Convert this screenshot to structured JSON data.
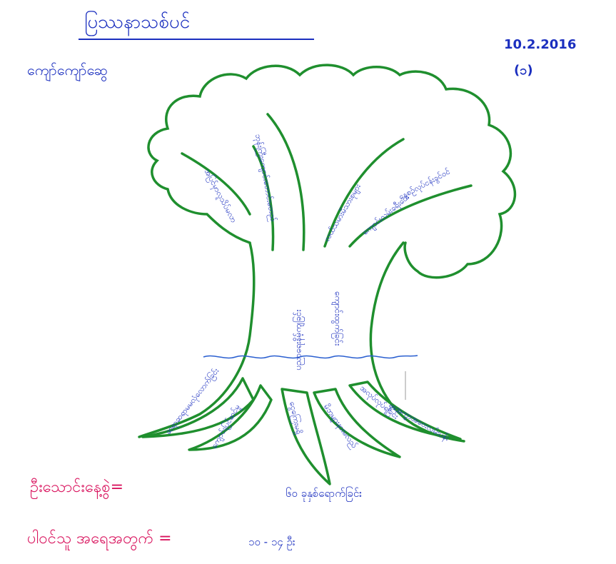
{
  "header": {
    "title": "ပြဿနာသစ်ပင်",
    "author": "ကျော်ကျော်ဆွေ",
    "date": "10.2.2016",
    "page": "(၁)"
  },
  "tree": {
    "branches": [
      "အပြင်မှာလူသိပ်မလာ",
      "ဘုန်းကြီးကျောင်းတောင်းမတည်",
      "လယ်သမားမိသားစုများ",
      "ကျောင်းလမ်းခရီးဝေး",
      "နေ့စဉ်လုပ်ငန်းခွင်ဝင်"
    ],
    "trunk": [
      "ပညာရေးနိမ့်ကျခြင်း",
      "ကျောင်းထွက်ခြင်း"
    ],
    "roots": [
      "ဆရာဆရာမမလုံလောက်ခြင်း",
      "ကျောင်းပြင်ဆင်မှု",
      "ငွေကြေးမရှိ",
      "မိဘများနားမလည်",
      "အလုပ်လုပ်ရခြင်း",
      "ရွာအကွာအဝေးလမ်းပန်း"
    ]
  },
  "facts": {
    "line1_label": "ဦးသောင်းနေ့စွဲ=",
    "line1_value": "၆၀ ခုနှစ်ရောက်ခြင်း",
    "line2_label": "ပါဝင်သူ အရေအတွက် =",
    "line2_value": "၁၀ - ၁၄ ဦး"
  },
  "colors": {
    "tree": "#1f8f2e",
    "text_blue": "#1b2fbf",
    "text_magenta": "#d9145e",
    "water": "#2a5fd0"
  }
}
